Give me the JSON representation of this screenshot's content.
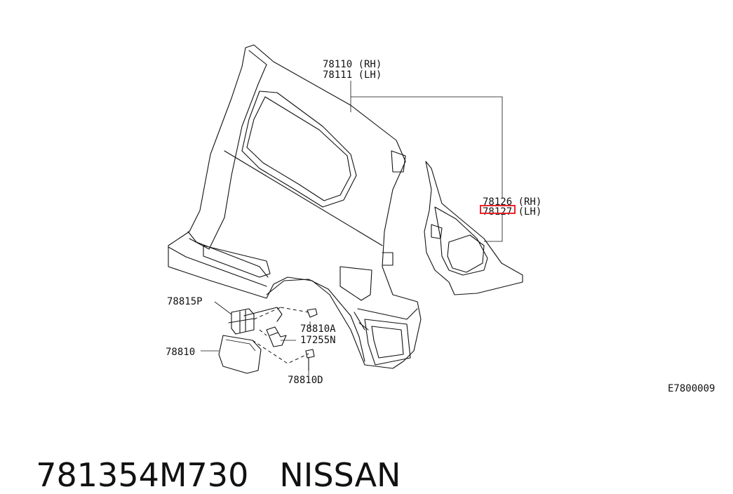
{
  "labels": {
    "part_78110": "78110 (RH)",
    "part_78111": "78111 (LH)",
    "part_78126": "78126 (RH)",
    "part_78127": "78127 (LH)",
    "part_78815P": "78815P",
    "part_78810A": "78810A",
    "part_17255N": "17255N",
    "part_78810": "78810",
    "part_78810D": "78810D",
    "diagram_code": "E7800009"
  },
  "footer": {
    "part_number": "781354M730",
    "brand": "NISSAN"
  },
  "colors": {
    "highlight": "#e8242b",
    "line": "#111111"
  }
}
